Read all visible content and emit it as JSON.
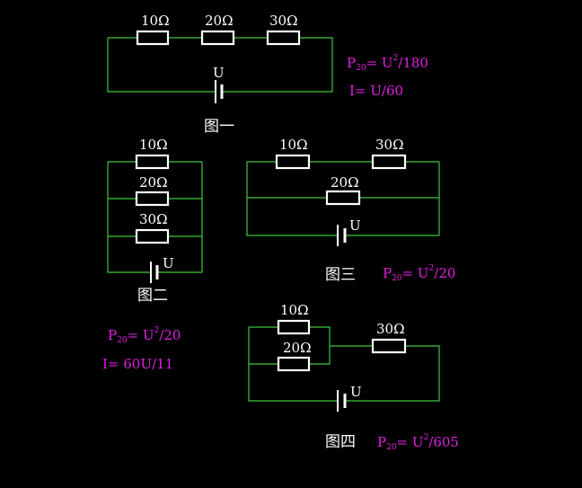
{
  "figures": [
    {
      "id": "fig1",
      "caption": "图一",
      "resistors": [
        "10Ω",
        "20Ω",
        "30Ω"
      ],
      "source": "U",
      "formulas": [
        {
          "main": "P",
          "sub": "20",
          "rest": "= U",
          "sup": "2",
          "tail": "/180"
        },
        {
          "main": "I= U/60",
          "sub": "",
          "rest": "",
          "sup": "",
          "tail": ""
        }
      ]
    },
    {
      "id": "fig2",
      "caption": "图二",
      "resistors": [
        "10Ω",
        "20Ω",
        "30Ω"
      ],
      "source": "U",
      "formulas": [
        {
          "main": "P",
          "sub": "20",
          "rest": "= U",
          "sup": "2",
          "tail": "/20"
        },
        {
          "main": "I= 60U/11",
          "sub": "",
          "rest": "",
          "sup": "",
          "tail": ""
        }
      ]
    },
    {
      "id": "fig3",
      "caption": "图三",
      "resistors": [
        "10Ω",
        "30Ω",
        "20Ω"
      ],
      "source": "U",
      "formulas": [
        {
          "main": "P",
          "sub": "20",
          "rest": "= U",
          "sup": "2",
          "tail": "/20"
        }
      ]
    },
    {
      "id": "fig4",
      "caption": "图四",
      "resistors": [
        "10Ω",
        "20Ω",
        "30Ω"
      ],
      "source": "U",
      "formulas": [
        {
          "main": "P",
          "sub": "20",
          "rest": "= U",
          "sup": "2",
          "tail": "/605"
        }
      ]
    }
  ],
  "colors": {
    "wire": "#3ec83e",
    "text": "#ffffff",
    "formula": "#e020e0",
    "background": "#000000"
  }
}
